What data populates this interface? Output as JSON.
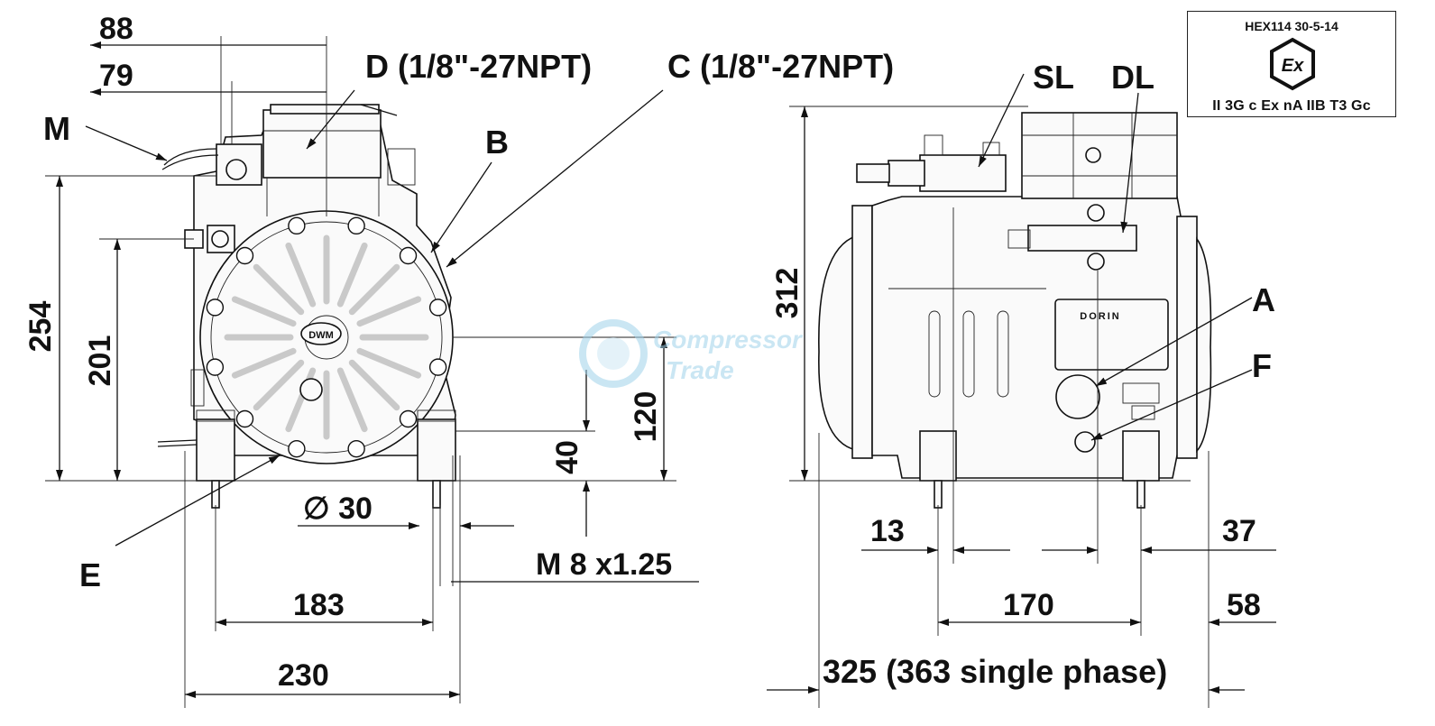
{
  "certificate": {
    "code": "HEX114 30-5-14",
    "marking": "II 3G c Ex nA IIB T3 Gc",
    "logo_text": "Ex",
    "logo_icon": "atex-hexagon-icon"
  },
  "watermark": {
    "line1": "Compressor",
    "line2": "Trade",
    "color": "#9fd3ea"
  },
  "front_view": {
    "labels": {
      "M": "M",
      "D": "D (1/8\"-27NPT)",
      "C": "C (1/8\"-27NPT)",
      "B": "B",
      "E": "E"
    },
    "dims": {
      "d88": "88",
      "d79": "79",
      "d254": "254",
      "d201": "201",
      "d120": "120",
      "d40": "40",
      "d30": "∅ 30",
      "thread": "M 8 x1.25",
      "d183": "183",
      "d230": "230"
    },
    "badge": "DWM"
  },
  "side_view": {
    "labels": {
      "SL": "SL",
      "DL": "DL",
      "A": "A",
      "F": "F"
    },
    "dims": {
      "d312": "312",
      "d13": "13",
      "d37": "37",
      "d170": "170",
      "d58": "58",
      "d325": "325 (363 single phase)"
    },
    "nameplate": "DORIN"
  }
}
